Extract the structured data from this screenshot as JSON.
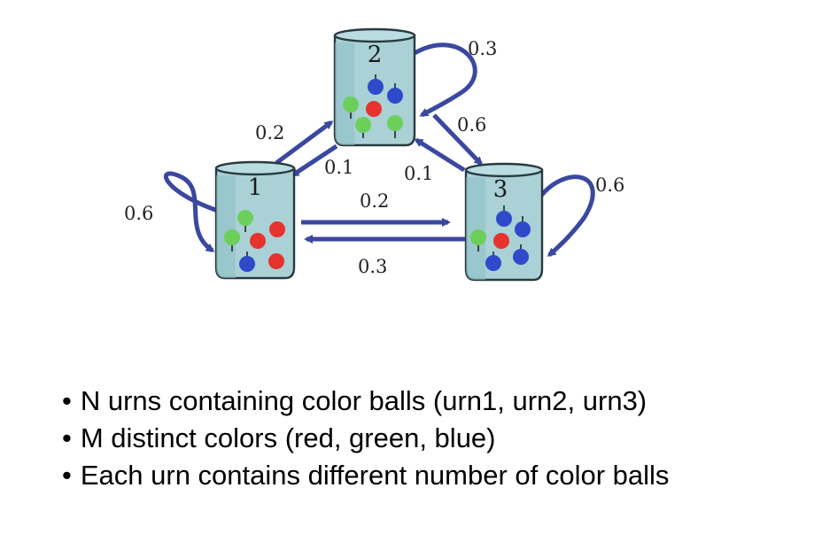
{
  "diagram": {
    "urns": [
      {
        "id": "1",
        "label": "1",
        "balls": [
          "green",
          "green",
          "red",
          "red",
          "blue",
          "red"
        ]
      },
      {
        "id": "2",
        "label": "2",
        "balls": [
          "blue",
          "blue",
          "green",
          "red",
          "green",
          "green"
        ]
      },
      {
        "id": "3",
        "label": "3",
        "balls": [
          "blue",
          "blue",
          "green",
          "red",
          "blue",
          "blue"
        ]
      }
    ],
    "transitions": [
      {
        "from": "1",
        "to": "1",
        "label": "0.6"
      },
      {
        "from": "1",
        "to": "2",
        "label": "0.2"
      },
      {
        "from": "2",
        "to": "1",
        "label": "0.1"
      },
      {
        "from": "2",
        "to": "2",
        "label": "0.3"
      },
      {
        "from": "2",
        "to": "3",
        "label": "0.6"
      },
      {
        "from": "3",
        "to": "2",
        "label": "0.1"
      },
      {
        "from": "3",
        "to": "3",
        "label": "0.6"
      },
      {
        "from": "1",
        "to": "3",
        "label": "0.2"
      },
      {
        "from": "3",
        "to": "1",
        "label": "0.3"
      }
    ]
  },
  "colors": {
    "red": "#e8322e",
    "green": "#6ccf5a",
    "blue": "#2f4ac8",
    "arrow": "#3a48a0",
    "urn": "#a9d1d6"
  },
  "bullets": [
    "N urns containing color balls (urn1, urn2, urn3)",
    "M distinct colors (red, green, blue)",
    "Each urn contains different number of color balls"
  ]
}
